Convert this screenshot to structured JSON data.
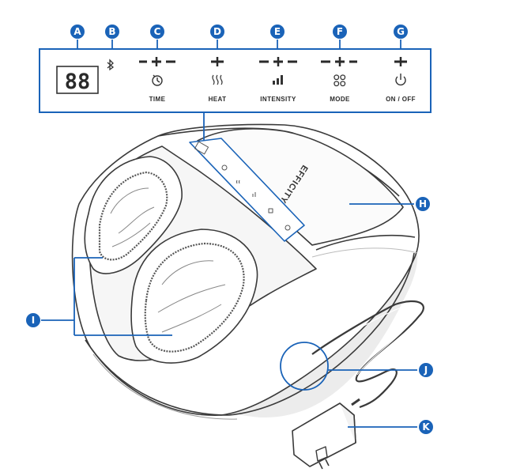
{
  "callouts": {
    "a": "A",
    "b": "B",
    "c": "C",
    "d": "D",
    "e": "E",
    "f": "F",
    "g": "G",
    "h": "H",
    "i": "I",
    "j": "J",
    "k": "K"
  },
  "panel": {
    "display": "88",
    "time": "TIME",
    "heat": "HEAT",
    "intensity": "INTENSITY",
    "mode": "MODE",
    "on_off": "ON / OFF"
  },
  "device": {
    "brand": "EFFICITY"
  },
  "colors": {
    "accent": "#1a63b8",
    "line": "#3a3a3a",
    "device_shadow": "#e8e8e8"
  },
  "icons": [
    "bluetooth-icon",
    "timer-icon",
    "heat-icon",
    "intensity-icon",
    "mode-icon",
    "power-icon"
  ]
}
